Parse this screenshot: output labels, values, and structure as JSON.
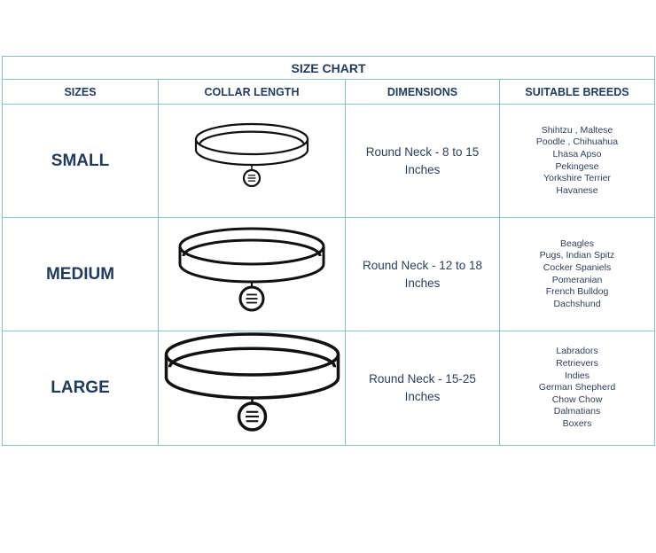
{
  "title": "SIZE CHART",
  "headers": [
    "SIZES",
    "COLLAR LENGTH",
    "DIMENSIONS",
    "SUITABLE BREEDS"
  ],
  "rows": [
    {
      "size": "SMALL",
      "dimension_line1": "Round Neck -  8 to 15",
      "dimension_line2": "Inches",
      "breeds": [
        "Shihtzu , Maltese",
        "Poodle  , Chihuahua",
        "Lhasa Apso",
        "Pekingese",
        "Yorkshire Terrier",
        "Havanese"
      ]
    },
    {
      "size": "MEDIUM",
      "dimension_line1": "Round Neck - 12 to 18",
      "dimension_line2": "Inches",
      "breeds": [
        "Beagles",
        "Pugs, Indian Spitz",
        "Cocker Spaniels",
        "Pomeranian",
        "French Bulldog",
        "Dachshund"
      ]
    },
    {
      "size": "LARGE",
      "dimension_line1": "Round Neck - 15-25",
      "dimension_line2": "Inches",
      "breeds": [
        "Labradors",
        "Retrievers",
        "Indies",
        "German Shepherd",
        "Chow Chow",
        "Dalmatians",
        "Boxers"
      ]
    }
  ],
  "colors": {
    "border": "#86c3c8",
    "text": "#1f3a5f"
  }
}
